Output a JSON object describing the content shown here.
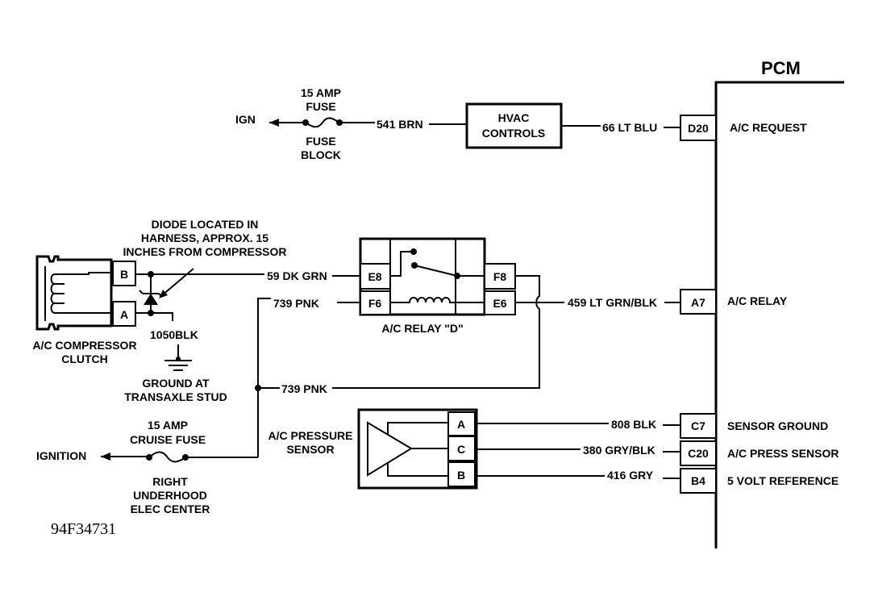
{
  "pcm": {
    "title": "PCM",
    "pins": {
      "d20": "D20",
      "a7": "A7",
      "c7": "C7",
      "c20": "C20",
      "b4": "B4"
    },
    "functions": {
      "ac_request": "A/C REQUEST",
      "ac_relay": "A/C RELAY",
      "sensor_ground": "SENSOR GROUND",
      "ac_press_sensor": "A/C PRESS SENSOR",
      "five_volt_ref": "5 VOLT REFERENCE"
    }
  },
  "hvac": {
    "line1": "HVAC",
    "line2": "CONTROLS"
  },
  "fuse_top": {
    "line1": "15 AMP",
    "line2": "FUSE",
    "block1": "FUSE",
    "block2": "BLOCK",
    "source": "IGN"
  },
  "fuse_bottom": {
    "line1": "15 AMP",
    "line2": "CRUISE FUSE",
    "loc1": "RIGHT",
    "loc2": "UNDERHOOD",
    "loc3": "ELEC CENTER",
    "source": "IGNITION"
  },
  "wires": {
    "w541": "541 BRN",
    "w66": "66 LT BLU",
    "w59": "59 DK GRN",
    "w739a": "739 PNK",
    "w739b": "739 PNK",
    "w459": "459 LT GRN/BLK",
    "w808": "808 BLK",
    "w380": "380 GRY/BLK",
    "w416": "416 GRY",
    "w1050": "1050BLK"
  },
  "relay": {
    "label": "A/C RELAY \"D\"",
    "pins": {
      "e8": "E8",
      "f6": "F6",
      "f8": "F8",
      "e6": "E6"
    }
  },
  "compressor": {
    "pin_b": "B",
    "pin_a": "A",
    "label1": "A/C COMPRESSOR",
    "label2": "CLUTCH"
  },
  "diode_note": {
    "line1": "DIODE LOCATED IN",
    "line2": "HARNESS, APPROX. 15",
    "line3": "INCHES FROM COMPRESSOR"
  },
  "ground": {
    "line1": "GROUND AT",
    "line2": "TRANSAXLE STUD"
  },
  "pressure_sensor": {
    "line1": "A/C PRESSURE",
    "line2": "SENSOR",
    "pins": {
      "a": "A",
      "c": "C",
      "b": "B"
    }
  },
  "figure_code": "94F34731"
}
